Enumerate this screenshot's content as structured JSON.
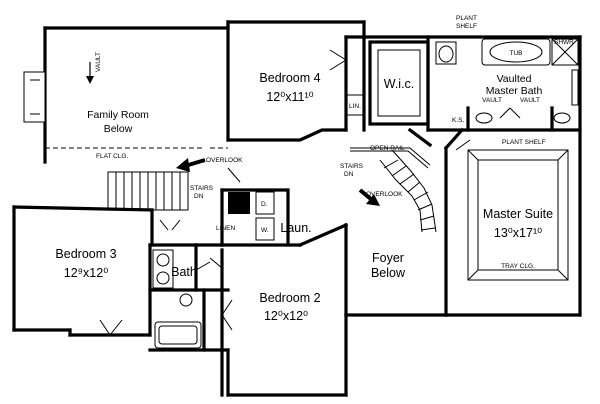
{
  "rooms": {
    "family_room": {
      "name_line1": "Family Room",
      "name_line2": "Below"
    },
    "bedroom4": {
      "name": "Bedroom 4",
      "size": "12⁰x11¹⁰"
    },
    "wic": {
      "name": "W.i.c."
    },
    "master_bath": {
      "name_line1": "Vaulted",
      "name_line2": "Master Bath"
    },
    "master_suite": {
      "name": "Master Suite",
      "size": "13⁰x17¹⁰"
    },
    "bedroom3": {
      "name": "Bedroom 3",
      "size": "12⁹x12⁰"
    },
    "bath": {
      "name": "Bath"
    },
    "laundry": {
      "name": "Laun."
    },
    "bedroom2": {
      "name": "Bedroom 2",
      "size": "12⁰x12⁰"
    },
    "foyer": {
      "name_line1": "Foyer",
      "name_line2": "Below"
    }
  },
  "notes": {
    "vault_family": "VAULT",
    "flat_clg": "FLAT CLG.",
    "overlook_1": "OVERLOOK",
    "overlook_2": "OVERLOOK",
    "stairs_dn_1_a": "STAIRS",
    "stairs_dn_1_b": "DN",
    "stairs_dn_2_a": "STAIRS",
    "stairs_dn_2_b": "DN",
    "open_rail": "OPEN RAIL",
    "plant_shelf_top_a": "PLANT",
    "plant_shelf_top_b": "SHELF",
    "plant_shelf_mid": "PLANT SHELF",
    "tub": "TUB",
    "shwr": "SHWR",
    "vault_bath_1": "VAULT",
    "vault_bath_2": "VAULT",
    "ks": "K.S.",
    "lin_top": "LIN.",
    "linen": "LINEN",
    "dryer": "D.",
    "washer": "W.",
    "tray_clg": "TRAY CLG."
  }
}
